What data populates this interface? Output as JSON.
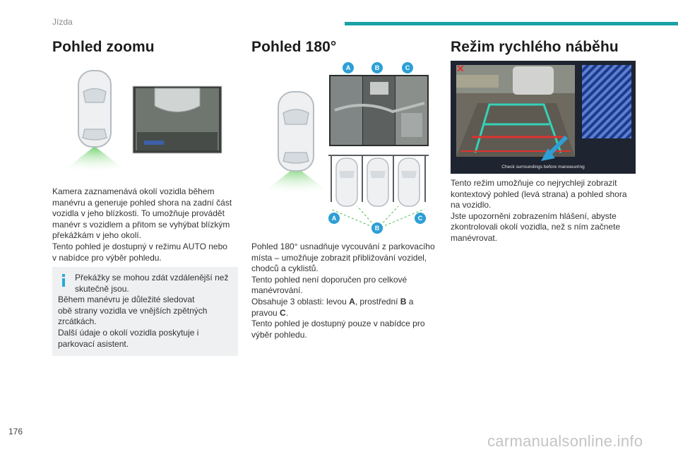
{
  "header": {
    "section": "Jízda",
    "accent": "#1aa1a6"
  },
  "page_number": "176",
  "watermark": "carmanualsonline.info",
  "columns": [
    {
      "title": "Pohled zoomu",
      "paragraph1": [
        "Kamera zaznamenává okolí vozidla během",
        "manévru a generuje pohled shora na zadní část",
        "vozidla v jeho blízkosti. To umožňuje provádět",
        "manévr s vozidlem a přitom se vyhýbat blízkým",
        "překážkám v jeho okolí.",
        "Tento pohled je dostupný v režimu AUTO nebo",
        "v nabídce pro výběr pohledu."
      ],
      "note": {
        "icon": "info-icon",
        "lines_indented": [
          "Překážky se mohou zdát vzdálenější než",
          "skutečně jsou."
        ],
        "lines": [
          "Během manévru je důležité sledovat",
          "obě strany vozidla ve vnějších zpětných",
          "zrcátkách.",
          "Další údaje o okolí vozidla poskytuje i",
          "parkovací asistent."
        ]
      }
    },
    {
      "title": "Pohled 180°",
      "labels_top": [
        "A",
        "B",
        "C"
      ],
      "labels_bottom": [
        "A",
        "B",
        "C"
      ],
      "p_lines": [
        "Pohled 180° usnadňuje vycouvání z parkovacího",
        "místa – umožňuje zobrazit přibližování vozidel,",
        "chodců a cyklistů.",
        "Tento pohled není doporučen pro celkové",
        "manévrování."
      ],
      "areas_prefix": "Obsahuje 3 oblasti: levou ",
      "areas_a": "A",
      "areas_mid": ", prostřední ",
      "areas_b": "B",
      "areas_and": " a",
      "areas_line2_prefix": "pravou ",
      "areas_c": "C",
      "areas_end": ".",
      "p_last": [
        "Tento pohled je dostupný pouze v nabídce pro",
        "výběr pohledu."
      ]
    },
    {
      "title": "Režim rychlého náběhu",
      "screen_caption": "Check surroundings before manoeuvring",
      "lines": [
        "Tento režim umožňuje co nejrychleji zobrazit",
        "kontextový pohled (levá strana) a pohled shora",
        "na vozidlo.",
        "Jste upozorněni zobrazením hlášení, abyste",
        "zkontrolovali okolí vozidla, než s ním začnete",
        "manévrovat."
      ]
    }
  ]
}
